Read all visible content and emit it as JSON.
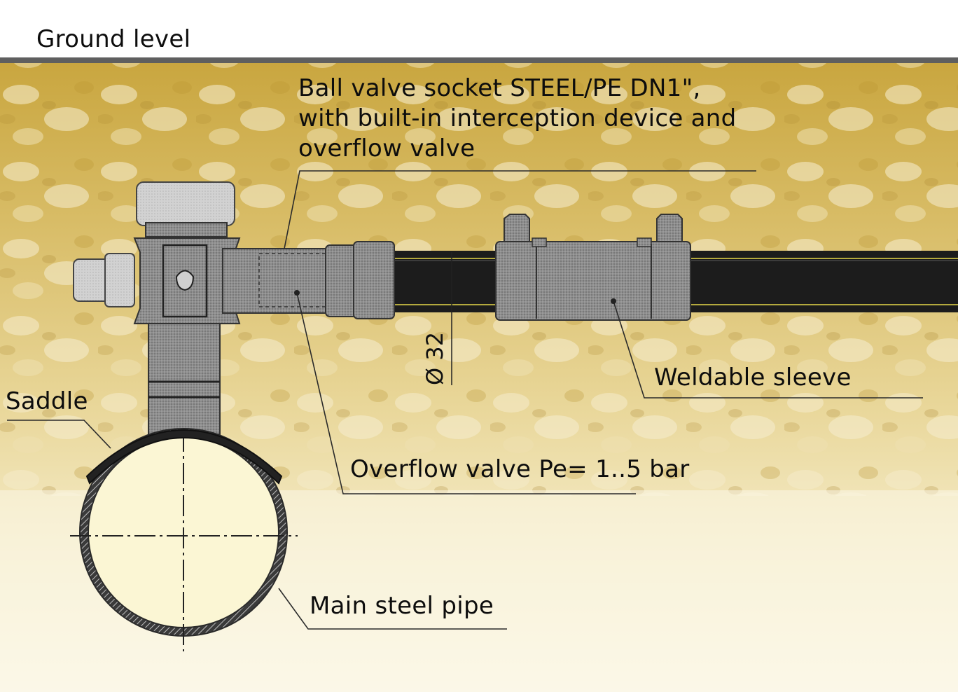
{
  "labels": {
    "ground_level": "Ground level",
    "ball_valve_line1": "Ball valve socket STEEL/PE DN1\",",
    "ball_valve_line2": "with built-in interception device and",
    "ball_valve_line3": "overflow valve",
    "weldable_sleeve": "Weldable sleeve",
    "saddle": "Saddle",
    "overflow_valve": "Overflow valve Pe= 1..5 bar",
    "main_steel_pipe": "Main steel pipe",
    "pipe_diameter": "Ø 32"
  },
  "colors": {
    "soil": "#d9be6a",
    "soil_light": "#f3e7bf",
    "fitting": "#8c8c8c",
    "pe_pipe": "#1f1f1f",
    "pipe_stripe": "#e6d84a",
    "main_pipe_fill": "#fbf6d4",
    "cap": "#cfcfcf"
  }
}
